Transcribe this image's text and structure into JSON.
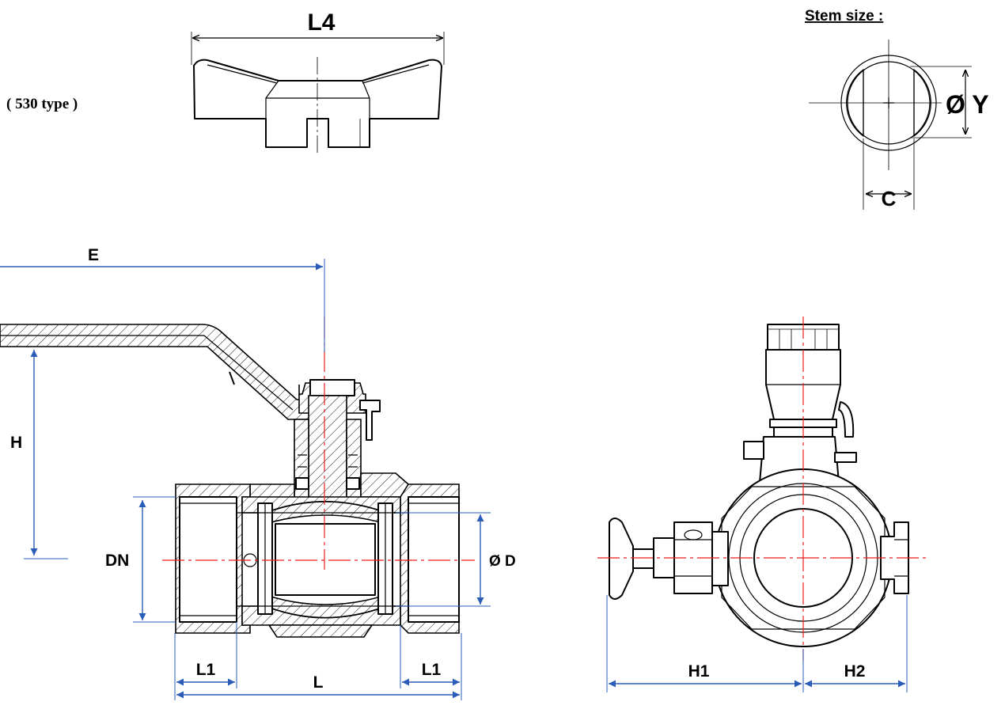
{
  "diagram": {
    "handle_note": "( 530 type )",
    "stem_title": "Stem size :",
    "labels": {
      "L4": "L4",
      "Y": "Ø Y",
      "C": "C",
      "E": "E",
      "H": "H",
      "DN": "DN",
      "D": "Ø D",
      "L1_left": "L1",
      "L1_right": "L1",
      "L": "L",
      "H1": "H1",
      "H2": "H2"
    },
    "colors": {
      "dimension": "#2a5db8",
      "centerline": "#ee1c1c",
      "outline": "#000000"
    }
  }
}
